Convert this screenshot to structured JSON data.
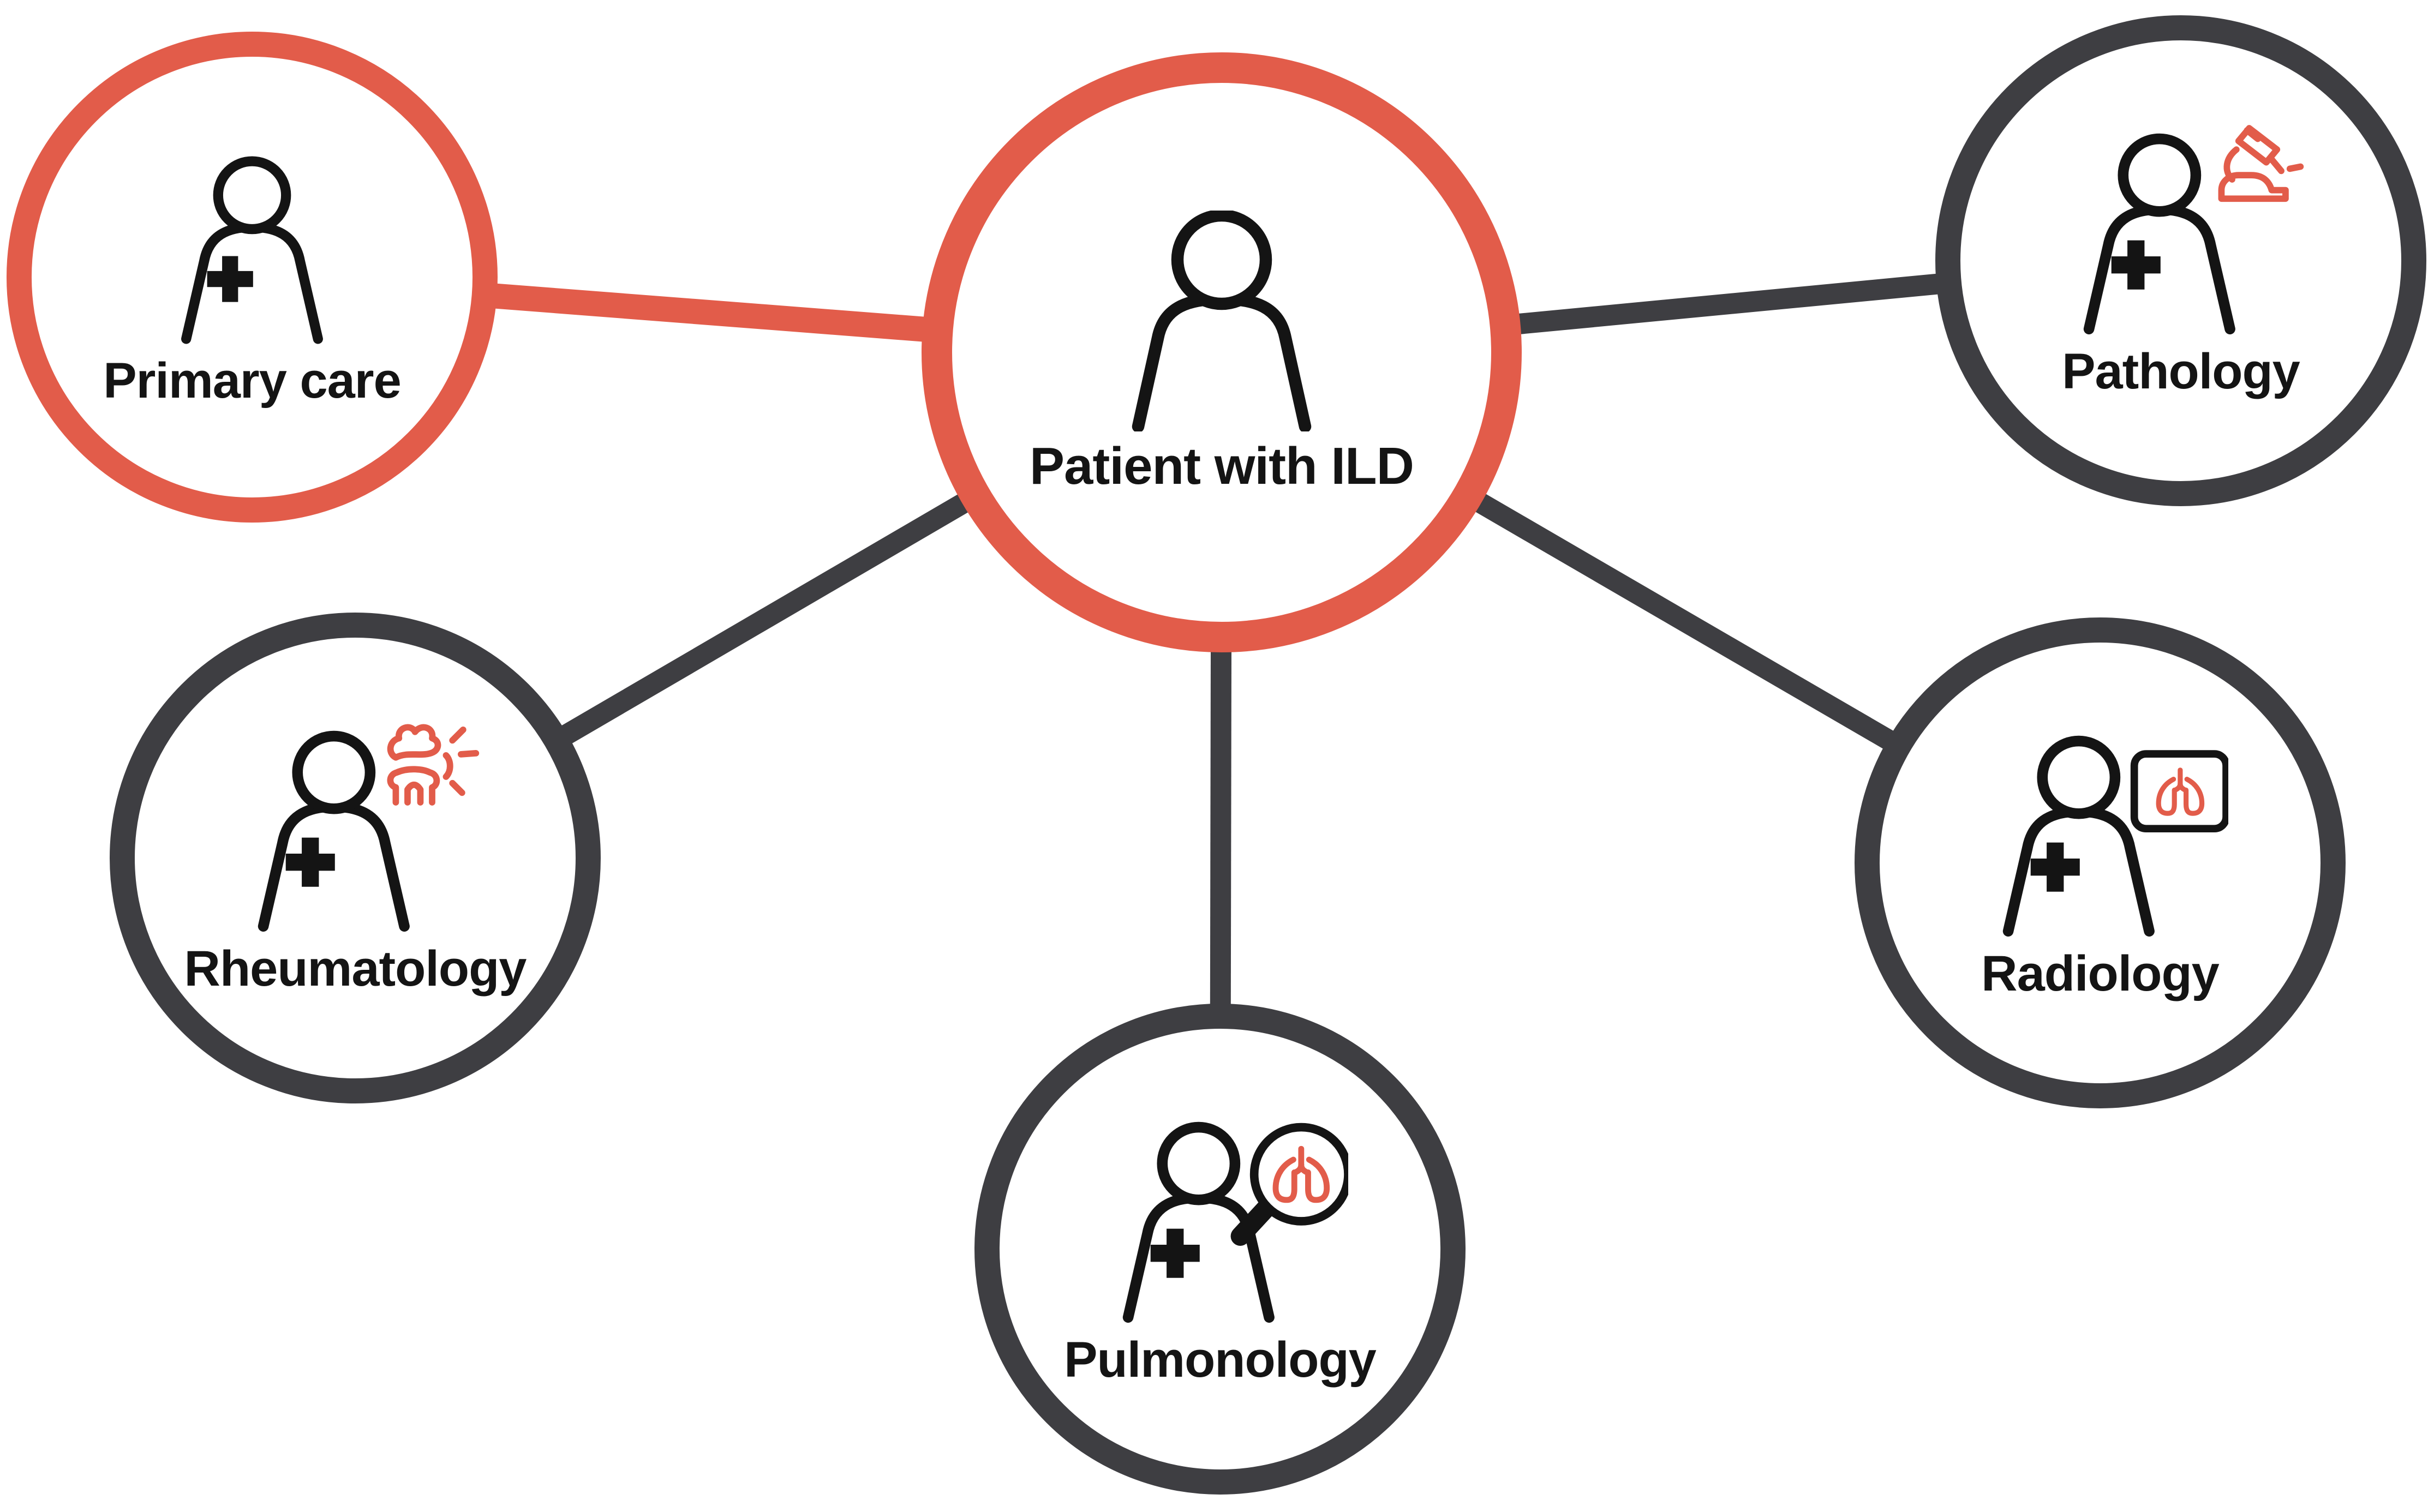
{
  "diagram": {
    "background_color": "#ffffff",
    "accent_red": "#e25c4a",
    "dark_gray": "#3e3e42",
    "text_color": "#141414",
    "center_node": {
      "id": "patient",
      "label": "Patient with ILD",
      "ring_color": "#e25c4a",
      "icons": [
        "person-icon"
      ]
    },
    "nodes": [
      {
        "id": "primary-care",
        "label": "Primary care",
        "ring_color": "#e25c4a",
        "icons": [
          "person-plus-icon"
        ]
      },
      {
        "id": "pathology",
        "label": "Pathology",
        "ring_color": "#3e3e42",
        "icons": [
          "person-plus-icon",
          "microscope-icon"
        ]
      },
      {
        "id": "rheumatology",
        "label": "Rheumatology",
        "ring_color": "#3e3e42",
        "icons": [
          "person-plus-icon",
          "inflamed-joint-icon"
        ]
      },
      {
        "id": "radiology",
        "label": "Radiology",
        "ring_color": "#3e3e42",
        "icons": [
          "person-plus-icon",
          "chest-xray-lungs-icon"
        ]
      },
      {
        "id": "pulmonology",
        "label": "Pulmonology",
        "ring_color": "#3e3e42",
        "icons": [
          "person-plus-icon",
          "magnifier-lungs-icon"
        ]
      }
    ],
    "edges": [
      {
        "from": "patient",
        "to": "primary-care",
        "color": "#e25c4a"
      },
      {
        "from": "patient",
        "to": "pathology",
        "color": "#3e3e42"
      },
      {
        "from": "patient",
        "to": "rheumatology",
        "color": "#3e3e42"
      },
      {
        "from": "patient",
        "to": "radiology",
        "color": "#3e3e42"
      },
      {
        "from": "patient",
        "to": "pulmonology",
        "color": "#3e3e42"
      }
    ]
  }
}
